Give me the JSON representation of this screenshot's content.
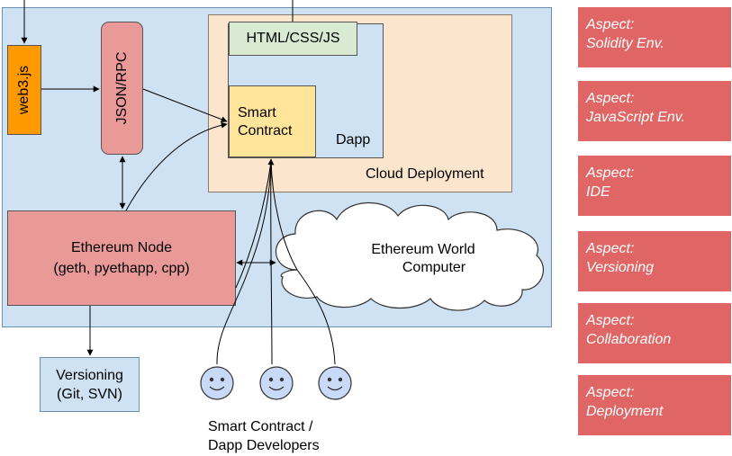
{
  "diagram": {
    "web3": "web3.js",
    "json_rpc": "JSON/RPC",
    "html_css_js": "HTML/CSS/JS",
    "smart_contract": [
      "Smart",
      "Contract"
    ],
    "dapp": "Dapp",
    "cloud_deployment": "Cloud Deployment",
    "ethereum_node": [
      "Ethereum Node",
      "(geth, pyethapp, cpp)"
    ],
    "ethereum_world_computer": [
      "Ethereum World",
      "Computer"
    ],
    "versioning_box": [
      "Versioning",
      "(Git, SVN)"
    ],
    "developers_caption": [
      "Smart Contract /",
      "Dapp Developers"
    ]
  },
  "aspects": [
    [
      "Aspect:",
      "Solidity Env."
    ],
    [
      "Aspect:",
      "JavaScript Env."
    ],
    [
      "Aspect:",
      "IDE"
    ],
    [
      "Aspect:",
      "Versioning"
    ],
    [
      "Aspect:",
      "Collaboration"
    ],
    [
      "Aspect:",
      "Deployment"
    ]
  ],
  "colors": {
    "frame": "#cfe2f3",
    "cloud_deployment": "#fce5cd",
    "html_box": "#d9ead3",
    "smart_contract": "#ffe599",
    "web3": "#ff9900",
    "node": "#ea9999",
    "aspect": "#e06666",
    "developer_face": "#c9daf8"
  },
  "icons": [
    "developer-smiley-icon",
    "cloud-shape"
  ]
}
